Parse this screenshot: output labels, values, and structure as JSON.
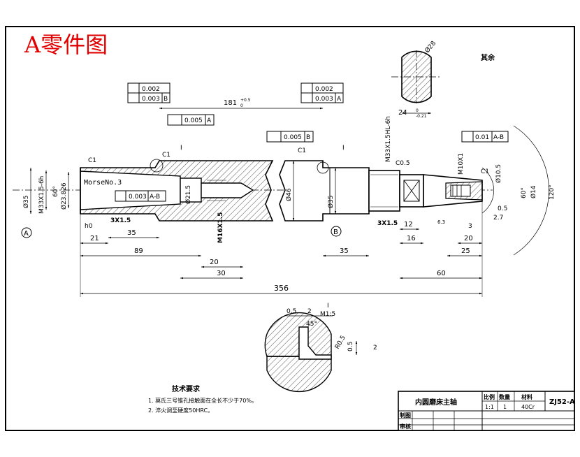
{
  "title_stamp": "A零件图",
  "part_view": {
    "dims": {
      "d181": "181",
      "d181_tol": "+0.5",
      "d181_tol_lo": "0",
      "d356": "356",
      "d89": "89",
      "d35a": "35",
      "d21": "21",
      "d20a": "20",
      "d30": "30",
      "d35b": "35",
      "d16": "16",
      "d12": "12",
      "d20b": "20",
      "d25": "25",
      "d60": "60",
      "d3": "3",
      "h0": "h0",
      "g3x15a": "3X1.5",
      "g3x15b": "3X1.5",
      "c1a": "C1",
      "c1b": "C1",
      "c1c": "C1",
      "c1d": "C1",
      "c05": "C0.5",
      "one_a": "I",
      "one_b": "I",
      "morse": "MorseNo.3",
      "m33a": "M33X1.5-6h",
      "m33b": "M33X1.5HL-6h",
      "phi35a": "Ø35",
      "phi35b": "Ø35",
      "phi23": "Ø23.826",
      "phi21": "Ø21.5",
      "phi46": "Ø46",
      "m16": "M16X1.5",
      "m10": "M10X1",
      "phi105": "Ø10.5",
      "phi14": "Ø14",
      "a60a": "60°",
      "a60b": "60°",
      "a120": "120°",
      "d05": "0.5",
      "d27": "2.7",
      "labelA": "A",
      "labelB": "B",
      "tol_fine": "6.3"
    },
    "fcf": {
      "left_circ": "0.002",
      "left_run": "0.003",
      "left_run_ref": "B",
      "mid_circ": "0.002",
      "mid_run": "0.003",
      "mid_run_ref": "A",
      "perp_a": "0.005",
      "perp_a_ref": "A",
      "perp_b": "0.005",
      "perp_b_ref": "B",
      "bore_run": "0.003",
      "bore_ref": "A-B",
      "right_run": "0.01",
      "right_ref": "A-B"
    }
  },
  "section_view": {
    "phi28": "Ø28",
    "d24": "24",
    "d24_tol_hi": "0",
    "d24_tol_lo": "-0.21"
  },
  "rest_roughness": "其余",
  "detail_view": {
    "d05a": "0.5",
    "d2a": "2",
    "label_I": "I",
    "scale": "M1:5",
    "a45": "45°",
    "r05": "R0.5",
    "d05b": "0.5",
    "d2b": "2"
  },
  "tech_req": {
    "heading": "技术要求",
    "item1": "1. 莫氏三号锥孔接触面在全长不少于70%。",
    "item2": "2. 淬火调至硬度50HRC。"
  },
  "title_block": {
    "part_name": "内圆磨床主轴",
    "scale_label": "比例",
    "qty_label": "数量",
    "material_label": "材料",
    "scale_value": "1:1",
    "qty_value": "1",
    "material_value": "40Cr",
    "drawing_no": "ZJ52-A",
    "drawn_label": "制图",
    "check_label": "审核"
  }
}
